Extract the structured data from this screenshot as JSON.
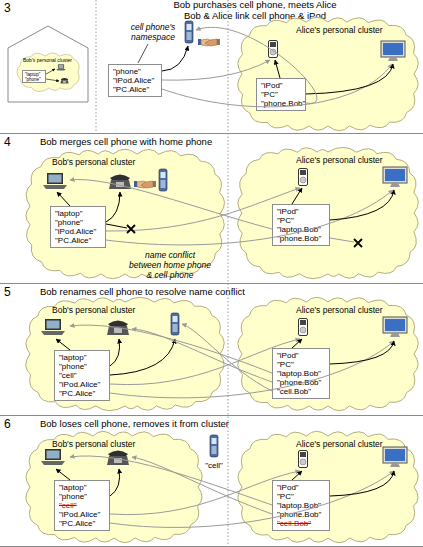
{
  "diagram": {
    "nodes": [
      {
        "text": [
          "3",
          "Bob purchases cell phone, meets Alice",
          "Bob & Alice link cell phone & iPod"
        ]
      },
      {
        "text": [
          "Bob's personal cluster"
        ],
        "in": 0
      },
      {
        "text": [
          "\"laptop\"",
          "\"phone\""
        ],
        "in": 1
      },
      {
        "text": [
          "\"phone\"",
          "\"iPod.Alice\"",
          "\"PC.Alice\""
        ],
        "in": 0
      },
      {
        "text": [
          "Alice's personal cluster"
        ],
        "in": 0
      },
      {
        "text": [
          "\"iPod\"",
          "\"PC\"",
          "\"phone.Bob\""
        ],
        "in": 4
      },
      {
        "text": [
          "4",
          "Bob merges cell phone with home phone"
        ]
      },
      {
        "text": [
          "Bob's personal cluster"
        ],
        "in": 6
      },
      {
        "text": [
          "\"laptop\"",
          "\"phone\"",
          "\"iPod.Alice\"",
          "\"PC.Alice\""
        ],
        "in": 7
      },
      {
        "text": [
          "Alice's personal cluster"
        ],
        "in": 6
      },
      {
        "text": [
          "\"iPod\"",
          "\"PC\"",
          "\"laptop.Bob\"",
          "\"phone.Bob\""
        ],
        "in": 9
      },
      {
        "text": [
          "5",
          "Bob renames cell phone to resolve name conflict"
        ]
      },
      {
        "text": [
          "Bob's personal cluster"
        ],
        "in": 11
      },
      {
        "text": [
          "\"laptop\"",
          "\"phone\"",
          "\"cell\"",
          "\"iPod.Alice\"",
          "\"PC.Alice\""
        ],
        "in": 12
      },
      {
        "text": [
          "Alice's personal cluster"
        ],
        "in": 11
      },
      {
        "text": [
          "\"iPod\"",
          "\"PC\"",
          "\"laptop.Bob\"",
          "\"phone.Bob\"",
          "\"cell.Bob\""
        ],
        "in": 14
      },
      {
        "text": [
          "6",
          "Bob loses cell phone, removes it from cluster"
        ]
      },
      {
        "text": [
          "Bob's personal cluster"
        ],
        "in": 16
      },
      {
        "text": [
          "\"laptop\"",
          "\"phone\"",
          "\"cell\"",
          "\"iPod.Alice\"",
          "\"PC.Alice\""
        ],
        "in": 17
      },
      {
        "text": [
          "Alice's personal cluster"
        ],
        "in": 16
      },
      {
        "text": [
          "\"iPod\"",
          "\"PC\"",
          "\"laptop.Bob\"",
          "\"phone.Bob\"",
          "\"cell.Bob\""
        ],
        "in": 19
      }
    ],
    "labels": [
      "cell phone's namespace",
      "name conflict between home phone & cell phone",
      "\"cell\""
    ]
  }
}
